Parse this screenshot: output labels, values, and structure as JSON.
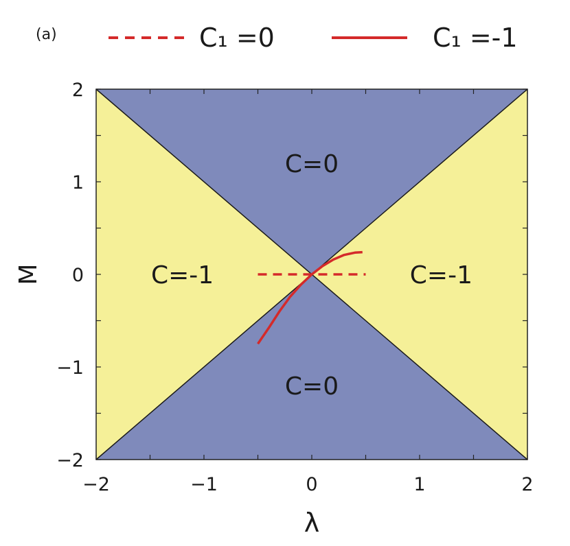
{
  "panel_label": "(a)",
  "legend": [
    {
      "label": "C₁ =0",
      "style": "dashed",
      "color": "#d42a2a"
    },
    {
      "label": "C₁ =-1",
      "style": "solid",
      "color": "#d42a2a"
    }
  ],
  "chart_data": {
    "type": "area",
    "title": "",
    "xlabel": "λ",
    "ylabel": "M",
    "xlim": [
      -2,
      2
    ],
    "ylim": [
      -2,
      2
    ],
    "x_ticks": [
      -2,
      -1,
      0,
      1,
      2
    ],
    "y_ticks": [
      -2,
      -1,
      0,
      1,
      2
    ],
    "x_tick_labels": [
      "−2",
      "−1",
      "0",
      "1",
      "2"
    ],
    "y_tick_labels": [
      "−2",
      "−1",
      "0",
      "1",
      "2"
    ],
    "x_minor_ticks": [
      -1.5,
      -0.5,
      0.5,
      1.5
    ],
    "y_minor_ticks": [
      -1.5,
      -0.5,
      0.5,
      1.5
    ],
    "grid": false,
    "legend_position": "top",
    "regions": [
      {
        "name": "top",
        "label": "C=0",
        "color": "#7f8abb",
        "polygon": [
          [
            -2,
            2
          ],
          [
            2,
            2
          ],
          [
            0,
            0
          ]
        ],
        "label_at": [
          0,
          1.2
        ]
      },
      {
        "name": "bottom",
        "label": "C=0",
        "color": "#7f8abb",
        "polygon": [
          [
            -2,
            -2
          ],
          [
            2,
            -2
          ],
          [
            0,
            0
          ]
        ],
        "label_at": [
          0,
          -1.2
        ]
      },
      {
        "name": "left",
        "label": "C=-1",
        "color": "#f5f098",
        "polygon": [
          [
            -2,
            2
          ],
          [
            -2,
            -2
          ],
          [
            0,
            0
          ]
        ],
        "label_at": [
          -1.2,
          0
        ]
      },
      {
        "name": "right",
        "label": "C=-1",
        "color": "#f5f098",
        "polygon": [
          [
            2,
            2
          ],
          [
            2,
            -2
          ],
          [
            0,
            0
          ]
        ],
        "label_at": [
          1.2,
          0
        ]
      }
    ],
    "boundaries": [
      {
        "x": [
          -2,
          2
        ],
        "y": [
          2,
          -2
        ]
      },
      {
        "x": [
          -2,
          2
        ],
        "y": [
          -2,
          2
        ]
      }
    ],
    "series": [
      {
        "name": "C₁ =0",
        "style": "dashed",
        "color": "#d42a2a",
        "x": [
          -0.5,
          0.5
        ],
        "y": [
          0,
          0
        ]
      },
      {
        "name": "C₁ =-1",
        "style": "solid",
        "color": "#d42a2a",
        "x": [
          -0.5,
          -0.4,
          -0.3,
          -0.2,
          -0.1,
          0,
          0.1,
          0.2,
          0.3,
          0.4,
          0.47
        ],
        "y": [
          -0.75,
          -0.58,
          -0.4,
          -0.24,
          -0.11,
          0,
          0.09,
          0.16,
          0.21,
          0.235,
          0.24
        ]
      }
    ]
  }
}
